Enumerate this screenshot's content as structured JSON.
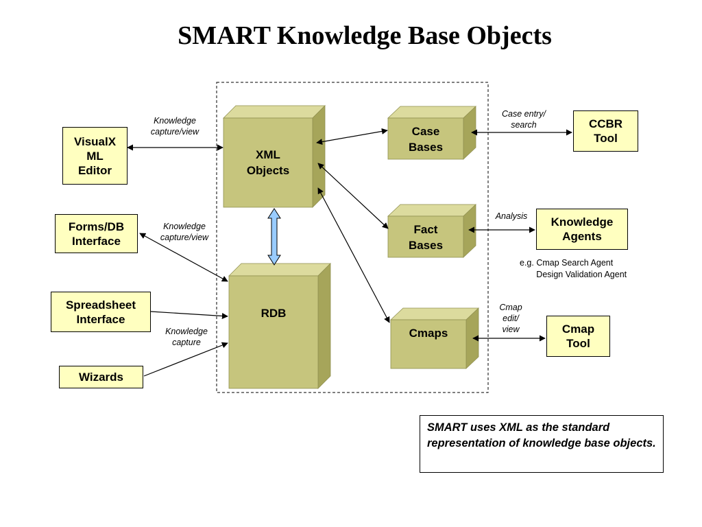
{
  "title": "SMART Knowledge Base Objects",
  "colors": {
    "cube_front": "#c6c57d",
    "cube_top": "#dcdb9e",
    "cube_side": "#a6a55a",
    "tool_box": "#ffffc0",
    "vertical_arrow": "#99ccff"
  },
  "cubes": {
    "xml": "XML\nObjects",
    "rdb": "RDB",
    "case": "Case\nBases",
    "fact": "Fact\nBases",
    "cmaps": "Cmaps"
  },
  "left_tools": {
    "visualxml": "VisualX\nML\nEditor",
    "formsdb": "Forms/DB\nInterface",
    "spreadsheet": "Spreadsheet\nInterface",
    "wizards": "Wizards"
  },
  "right_tools": {
    "ccbr": "CCBR\nTool",
    "agents": "Knowledge\nAgents",
    "cmaptool": "Cmap\nTool"
  },
  "edge_labels": {
    "visualxml": "Knowledge\ncapture/view",
    "formsdb": "Knowledge\ncapture/view",
    "wizards": "Knowledge\ncapture",
    "ccbr": "Case entry/\nsearch",
    "agents": "Analysis",
    "cmap": "Cmap\nedit/\nview"
  },
  "agent_examples": "e.g. Cmap Search Agent\n       Design Validation Agent",
  "callout": "SMART uses XML as the standard representation of knowledge base objects."
}
